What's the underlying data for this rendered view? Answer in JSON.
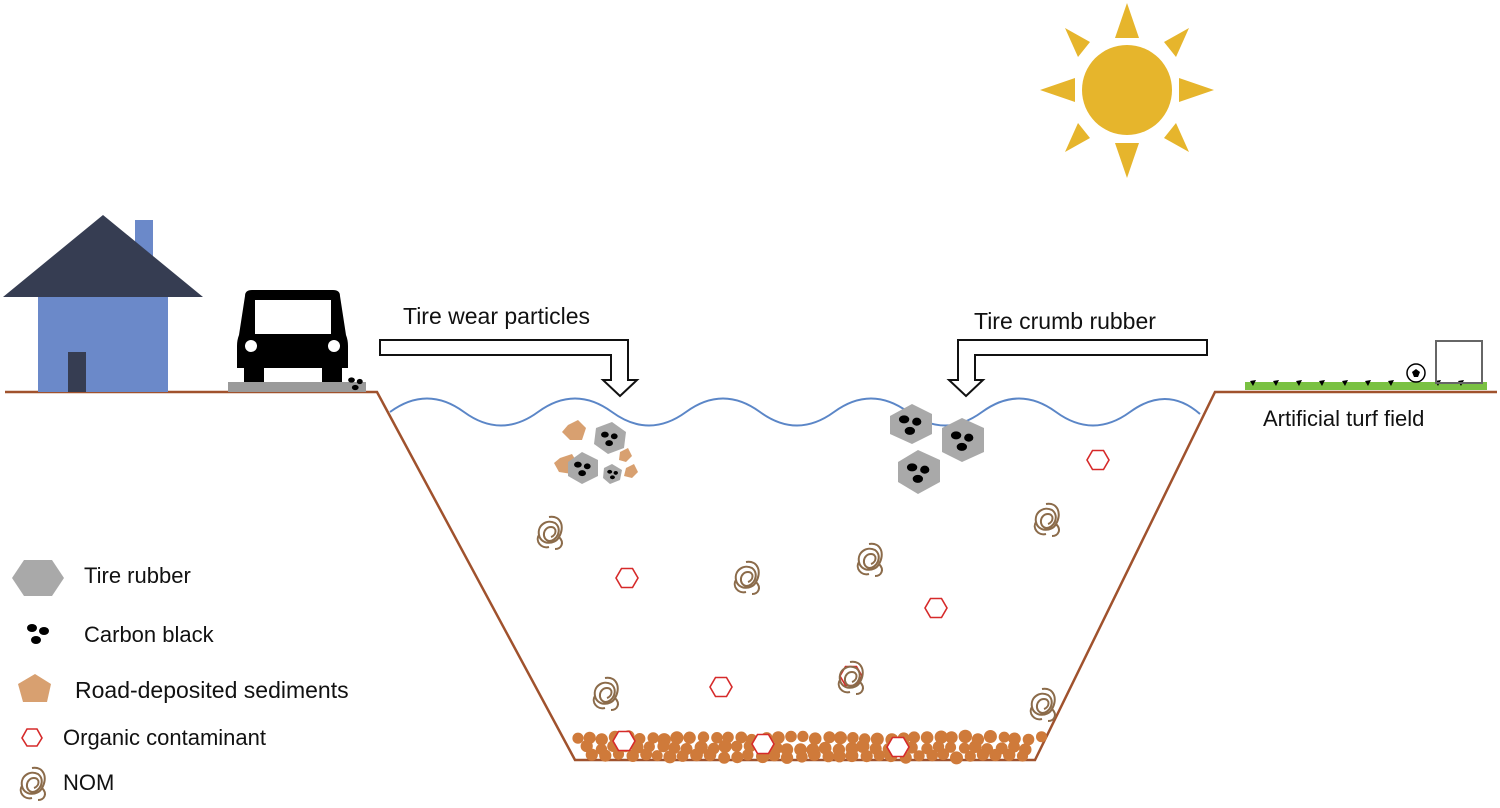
{
  "labels": {
    "tire_wear": "Tire wear particles",
    "tire_crumb": "Tire crumb rubber",
    "turf": "Artificial turf field"
  },
  "legend": {
    "tire_rubber": "Tire rubber",
    "carbon_black": "Carbon black",
    "road_sediments": "Road-deposited sediments",
    "organic_contaminant": "Organic contaminant",
    "nom": "NOM"
  },
  "icons": [
    "sun-icon",
    "house-icon",
    "car-icon",
    "soccer-ball-icon",
    "goal-icon",
    "tire-rubber-icon",
    "carbon-black-icon",
    "road-sediment-icon",
    "organic-contaminant-icon",
    "nom-icon"
  ],
  "colors": {
    "sun": "#e6b52c",
    "house_wall": "#6b89c9",
    "house_roof": "#363d52",
    "ground": "#a0522d",
    "water": "#5b86c7",
    "tire_rubber": "#a9a9a9",
    "carbon_black": "#000000",
    "sediment": "#d8a070",
    "organic_contaminant": "#d62a2a",
    "nom": "#8b6b4a",
    "bottom_particles": "#cf7a3a",
    "turf": "#7ac142"
  }
}
